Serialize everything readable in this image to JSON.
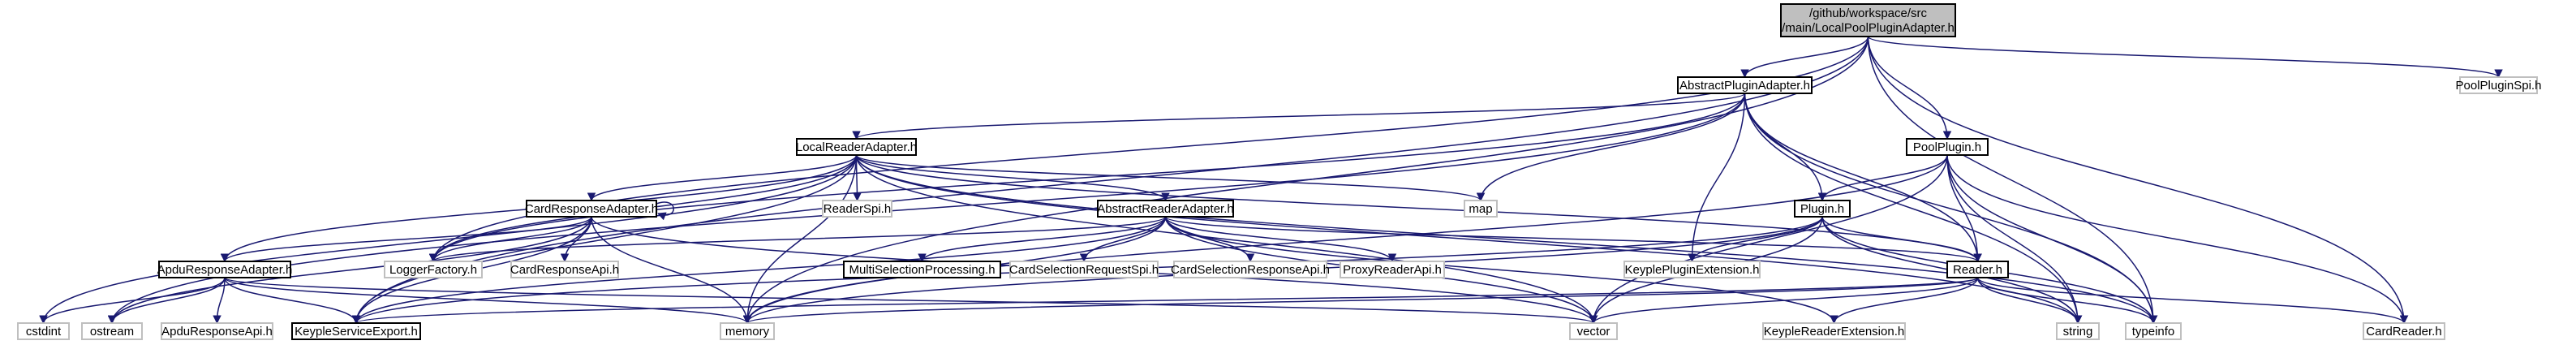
{
  "graph": {
    "colors": {
      "edge": "#191970",
      "root_fill": "#bfbfbf",
      "node_border": "#000000",
      "missing_border": "#bfbfbf",
      "text": "#000000"
    },
    "nodes": [
      {
        "id": "root",
        "lines": [
          "/github/workspace/src",
          "/main/LocalPoolPluginAdapter.h"
        ],
        "style": "root"
      },
      {
        "id": "abstract_plugin_adapter",
        "lines": [
          "AbstractPluginAdapter.h"
        ],
        "style": "documented"
      },
      {
        "id": "pool_plugin_spi",
        "lines": [
          "PoolPluginSpi.h"
        ],
        "style": "missing"
      },
      {
        "id": "local_reader_adapter",
        "lines": [
          "LocalReaderAdapter.h"
        ],
        "style": "documented"
      },
      {
        "id": "pool_plugin",
        "lines": [
          "PoolPlugin.h"
        ],
        "style": "documented"
      },
      {
        "id": "card_response_adapter",
        "lines": [
          "CardResponseAdapter.h"
        ],
        "style": "documented"
      },
      {
        "id": "reader_spi",
        "lines": [
          "ReaderSpi.h"
        ],
        "style": "missing"
      },
      {
        "id": "abstract_reader_adapter",
        "lines": [
          "AbstractReaderAdapter.h"
        ],
        "style": "documented"
      },
      {
        "id": "map",
        "lines": [
          "map"
        ],
        "style": "missing"
      },
      {
        "id": "plugin",
        "lines": [
          "Plugin.h"
        ],
        "style": "documented"
      },
      {
        "id": "apdu_response_adapter",
        "lines": [
          "ApduResponseAdapter.h"
        ],
        "style": "documented"
      },
      {
        "id": "logger_factory",
        "lines": [
          "LoggerFactory.h"
        ],
        "style": "missing"
      },
      {
        "id": "card_response_api",
        "lines": [
          "CardResponseApi.h"
        ],
        "style": "missing"
      },
      {
        "id": "multi_selection_processing",
        "lines": [
          "MultiSelectionProcessing.h"
        ],
        "style": "documented"
      },
      {
        "id": "card_selection_request_spi",
        "lines": [
          "CardSelectionRequestSpi.h"
        ],
        "style": "missing"
      },
      {
        "id": "card_selection_response_api",
        "lines": [
          "CardSelectionResponseApi.h"
        ],
        "style": "missing"
      },
      {
        "id": "proxy_reader_api",
        "lines": [
          "ProxyReaderApi.h"
        ],
        "style": "missing"
      },
      {
        "id": "keyple_plugin_extension",
        "lines": [
          "KeyplePluginExtension.h"
        ],
        "style": "missing"
      },
      {
        "id": "reader",
        "lines": [
          "Reader.h"
        ],
        "style": "documented"
      },
      {
        "id": "cstdint",
        "lines": [
          "cstdint"
        ],
        "style": "missing"
      },
      {
        "id": "ostream",
        "lines": [
          "ostream"
        ],
        "style": "missing"
      },
      {
        "id": "apdu_response_api",
        "lines": [
          "ApduResponseApi.h"
        ],
        "style": "missing"
      },
      {
        "id": "keyple_service_export",
        "lines": [
          "KeypleServiceExport.h"
        ],
        "style": "documented"
      },
      {
        "id": "memory",
        "lines": [
          "memory"
        ],
        "style": "missing"
      },
      {
        "id": "vector",
        "lines": [
          "vector"
        ],
        "style": "missing"
      },
      {
        "id": "keyple_reader_extension",
        "lines": [
          "KeypleReaderExtension.h"
        ],
        "style": "missing"
      },
      {
        "id": "string",
        "lines": [
          "string"
        ],
        "style": "missing"
      },
      {
        "id": "typeinfo",
        "lines": [
          "typeinfo"
        ],
        "style": "missing"
      },
      {
        "id": "card_reader",
        "lines": [
          "CardReader.h"
        ],
        "style": "missing"
      }
    ],
    "edges": [
      [
        "root",
        "abstract_plugin_adapter"
      ],
      [
        "root",
        "pool_plugin_spi"
      ],
      [
        "root",
        "pool_plugin"
      ],
      [
        "root",
        "logger_factory"
      ],
      [
        "root",
        "memory"
      ],
      [
        "root",
        "keyple_service_export"
      ],
      [
        "root",
        "typeinfo"
      ],
      [
        "root",
        "card_reader"
      ],
      [
        "abstract_plugin_adapter",
        "local_reader_adapter"
      ],
      [
        "abstract_plugin_adapter",
        "map"
      ],
      [
        "abstract_plugin_adapter",
        "plugin"
      ],
      [
        "abstract_plugin_adapter",
        "keyple_plugin_extension"
      ],
      [
        "abstract_plugin_adapter",
        "reader"
      ],
      [
        "abstract_plugin_adapter",
        "logger_factory"
      ],
      [
        "abstract_plugin_adapter",
        "string"
      ],
      [
        "abstract_plugin_adapter",
        "typeinfo"
      ],
      [
        "abstract_plugin_adapter",
        "ostream"
      ],
      [
        "local_reader_adapter",
        "card_response_adapter"
      ],
      [
        "local_reader_adapter",
        "reader_spi"
      ],
      [
        "local_reader_adapter",
        "abstract_reader_adapter"
      ],
      [
        "local_reader_adapter",
        "map"
      ],
      [
        "local_reader_adapter",
        "apdu_response_adapter"
      ],
      [
        "local_reader_adapter",
        "logger_factory"
      ],
      [
        "local_reader_adapter",
        "memory"
      ],
      [
        "local_reader_adapter",
        "vector"
      ],
      [
        "local_reader_adapter",
        "string"
      ],
      [
        "local_reader_adapter",
        "typeinfo"
      ],
      [
        "local_reader_adapter",
        "cstdint"
      ],
      [
        "local_reader_adapter",
        "keyple_service_export"
      ],
      [
        "local_reader_adapter",
        "reader"
      ],
      [
        "card_response_adapter",
        "card_response_adapter"
      ],
      [
        "card_response_adapter",
        "apdu_response_adapter"
      ],
      [
        "card_response_adapter",
        "logger_factory"
      ],
      [
        "card_response_adapter",
        "card_response_api"
      ],
      [
        "card_response_adapter",
        "memory"
      ],
      [
        "card_response_adapter",
        "vector"
      ],
      [
        "card_response_adapter",
        "keyple_service_export"
      ],
      [
        "card_response_adapter",
        "ostream"
      ],
      [
        "abstract_reader_adapter",
        "logger_factory"
      ],
      [
        "abstract_reader_adapter",
        "multi_selection_processing"
      ],
      [
        "abstract_reader_adapter",
        "card_selection_request_spi"
      ],
      [
        "abstract_reader_adapter",
        "card_selection_response_api"
      ],
      [
        "abstract_reader_adapter",
        "proxy_reader_api"
      ],
      [
        "abstract_reader_adapter",
        "reader"
      ],
      [
        "abstract_reader_adapter",
        "keyple_reader_extension"
      ],
      [
        "abstract_reader_adapter",
        "memory"
      ],
      [
        "abstract_reader_adapter",
        "vector"
      ],
      [
        "abstract_reader_adapter",
        "keyple_service_export"
      ],
      [
        "apdu_response_adapter",
        "cstdint"
      ],
      [
        "apdu_response_adapter",
        "ostream"
      ],
      [
        "apdu_response_adapter",
        "apdu_response_api"
      ],
      [
        "apdu_response_adapter",
        "keyple_service_export"
      ],
      [
        "apdu_response_adapter",
        "memory"
      ],
      [
        "apdu_response_adapter",
        "vector"
      ],
      [
        "pool_plugin",
        "plugin"
      ],
      [
        "pool_plugin",
        "reader"
      ],
      [
        "pool_plugin",
        "memory"
      ],
      [
        "pool_plugin",
        "string"
      ],
      [
        "pool_plugin",
        "typeinfo"
      ],
      [
        "pool_plugin",
        "vector"
      ],
      [
        "pool_plugin",
        "card_reader"
      ],
      [
        "plugin",
        "keyple_plugin_extension"
      ],
      [
        "plugin",
        "reader"
      ],
      [
        "plugin",
        "memory"
      ],
      [
        "plugin",
        "vector"
      ],
      [
        "plugin",
        "string"
      ],
      [
        "plugin",
        "typeinfo"
      ],
      [
        "plugin",
        "keyple_service_export"
      ],
      [
        "reader",
        "keyple_reader_extension"
      ],
      [
        "reader",
        "card_reader"
      ],
      [
        "reader",
        "string"
      ],
      [
        "reader",
        "typeinfo"
      ],
      [
        "reader",
        "memory"
      ],
      [
        "reader",
        "vector"
      ],
      [
        "reader",
        "keyple_service_export"
      ]
    ]
  }
}
